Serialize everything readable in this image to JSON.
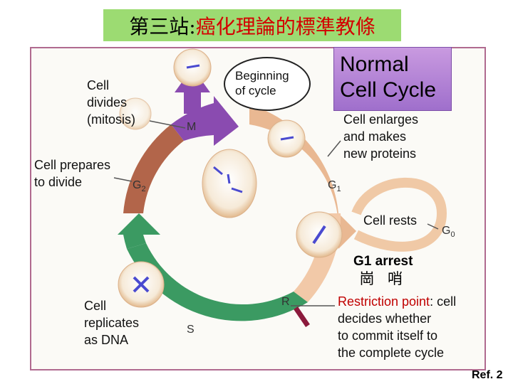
{
  "title": {
    "prefix": "第三站: ",
    "highlight": "癌化理論的標準教條"
  },
  "normal_box": {
    "line1": "Normal",
    "line2": "Cell Cycle"
  },
  "beginning": "Beginning\nof cycle",
  "labels": {
    "cell_divides": "Cell\ndivides\n(mitosis)",
    "cell_prepares": "Cell prepares\nto divide",
    "cell_enlarges": "Cell enlarges\nand makes\nnew proteins",
    "cell_rests": "Cell rests",
    "cell_replicates": "Cell\nreplicates\nas DNA"
  },
  "phases": {
    "M": "M",
    "G2": "G",
    "G2_sub": "2",
    "G1": "G",
    "G1_sub": "1",
    "G0": "G",
    "G0_sub": "0",
    "S": "S",
    "R": "R"
  },
  "g1_arrest": {
    "line1": "G1 arrest",
    "line2": "崗 哨"
  },
  "restriction": {
    "term": "Restriction point",
    "rest": ": cell\ndecides whether\nto commit itself to\nthe complete cycle"
  },
  "ref": "Ref. 2",
  "colors": {
    "title_bg": "#9cdb72",
    "title_highlight": "#d40000",
    "mitosis": "#8a4bb0",
    "g1": "#e8b48c",
    "g2": "#b2654a",
    "s": "#3b9a62",
    "restriction": "#8b1a3c"
  }
}
